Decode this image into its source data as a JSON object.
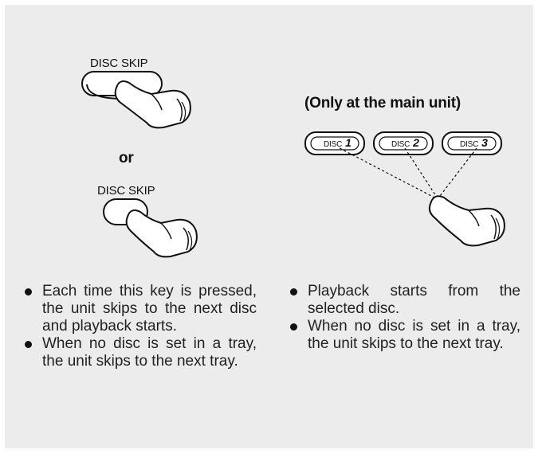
{
  "left": {
    "key_label_top": "DISC SKIP",
    "or_text": "or",
    "key_label_bottom": "DISC SKIP",
    "bullets": [
      "Each time this key is pressed, the unit skips to the next disc and playback starts.",
      "When no disc is set in a tray, the unit skips to the next tray."
    ]
  },
  "right": {
    "title": "(Only at the main unit)",
    "disc_buttons": [
      {
        "label": "DISC",
        "number": "1"
      },
      {
        "label": "DISC",
        "number": "2"
      },
      {
        "label": "DISC",
        "number": "3"
      }
    ],
    "bullets": [
      "Playback starts from the selected disc.",
      "When no disc is set in a tray, the unit skips to the next tray."
    ]
  },
  "colors": {
    "panel": "#ececec",
    "ink": "#111111"
  },
  "icons": [
    "pressing-hand-icon",
    "disc-skip-key-icon",
    "disc-tray-button-icon"
  ]
}
